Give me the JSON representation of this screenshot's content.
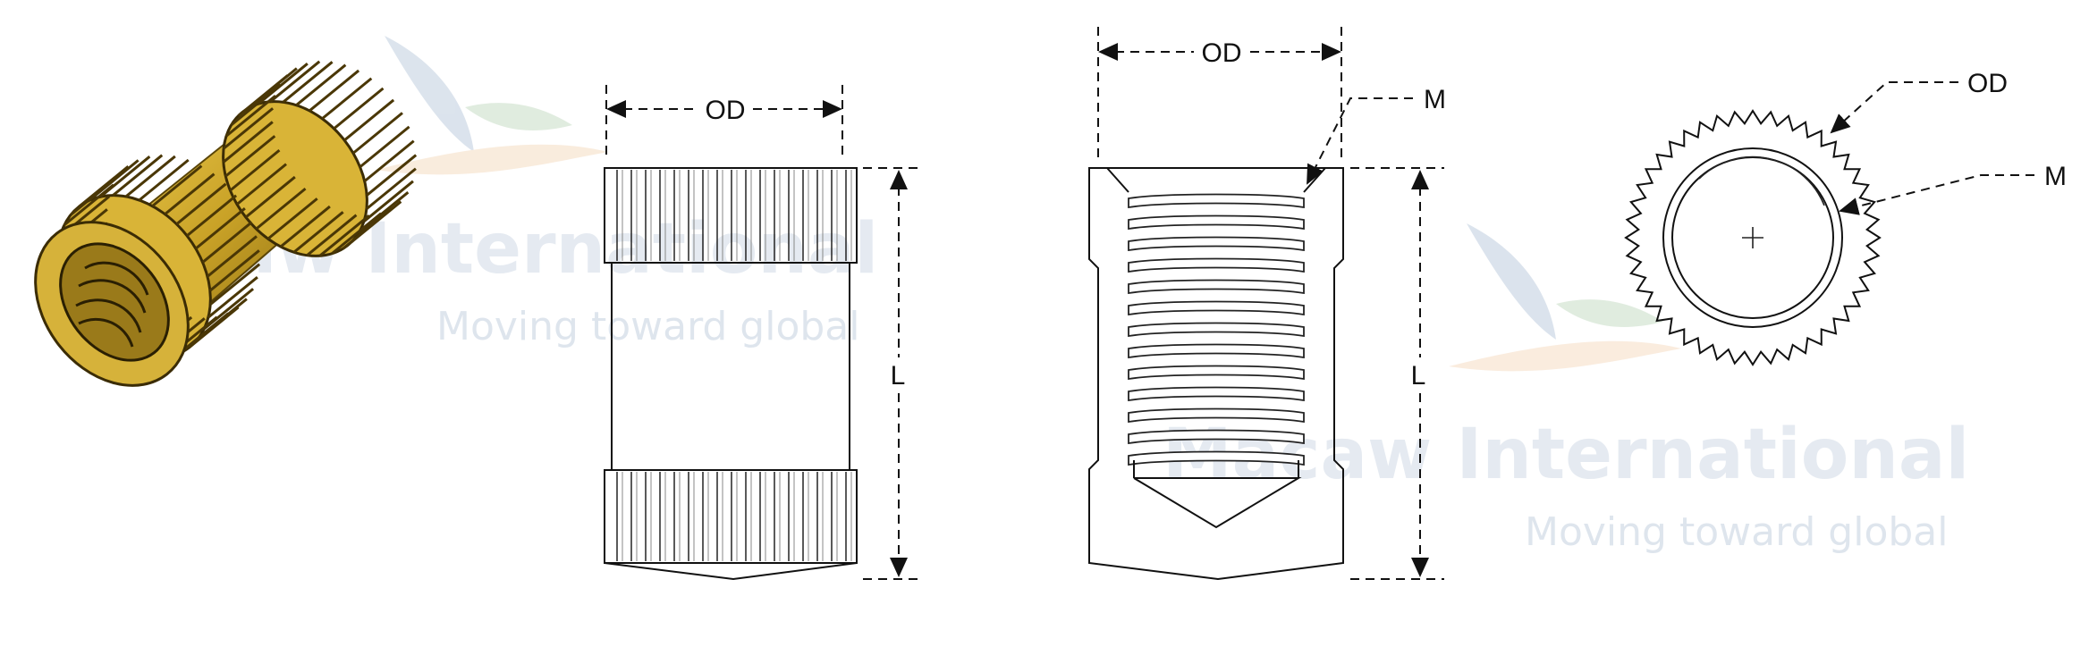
{
  "watermark": {
    "brand": "Macaw International",
    "tagline": "Moving toward global"
  },
  "side_view": {
    "od_label": "OD",
    "length_label": "L"
  },
  "section_view": {
    "od_label": "OD",
    "thread_label": "M",
    "length_label": "L"
  },
  "end_view": {
    "od_label": "OD",
    "thread_label": "M"
  },
  "colors": {
    "brass": "#c9a227",
    "brass_dark": "#6b5310",
    "watermark": "#b7c6d8"
  }
}
